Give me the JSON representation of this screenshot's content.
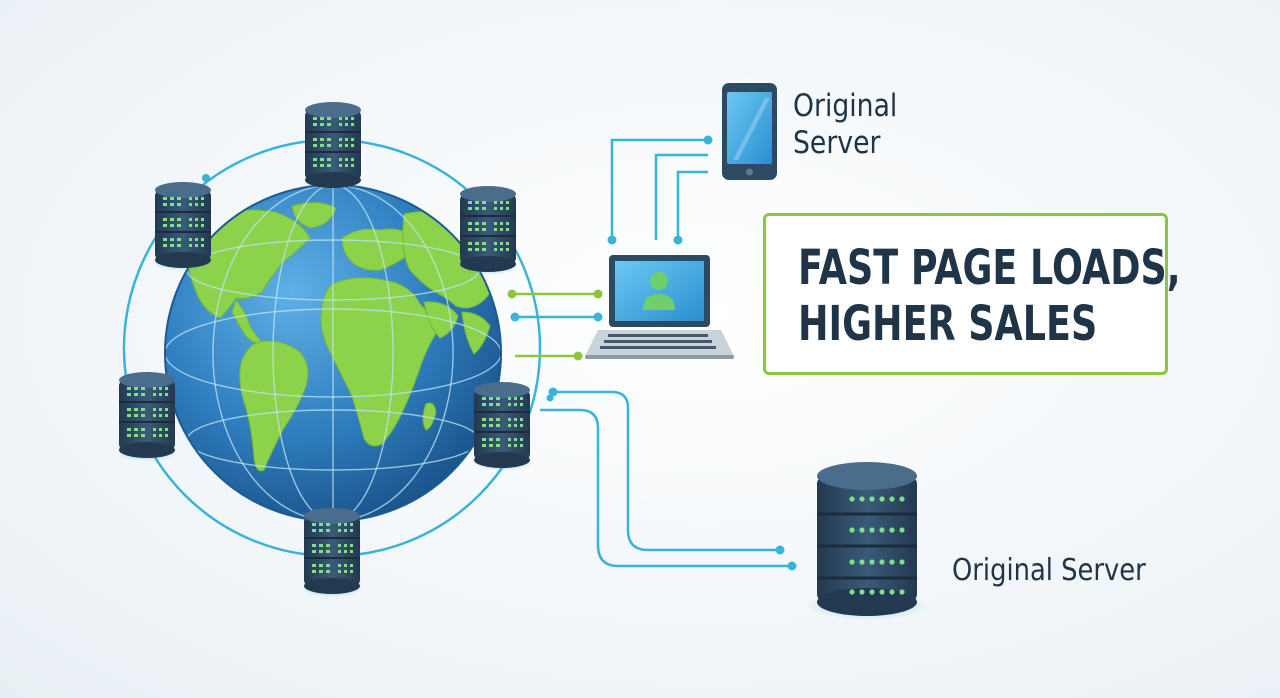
{
  "labels": {
    "phone_label": "Original Server",
    "origin_label": "Original Server"
  },
  "headline": {
    "line1": "FAST PAGE LOADS,",
    "line2": "HIGHER SALES"
  },
  "icons": [
    "globe-icon",
    "database-icon",
    "smartphone-icon",
    "laptop-icon",
    "user-icon"
  ],
  "colors": {
    "connector_blue": "#39b4d8",
    "connector_green": "#8cc63f",
    "ocean": "#2f7fc0",
    "land": "#8cd24a",
    "server_body": "#2d4a63",
    "server_light": "#7ee08a",
    "text": "#1f3447"
  }
}
